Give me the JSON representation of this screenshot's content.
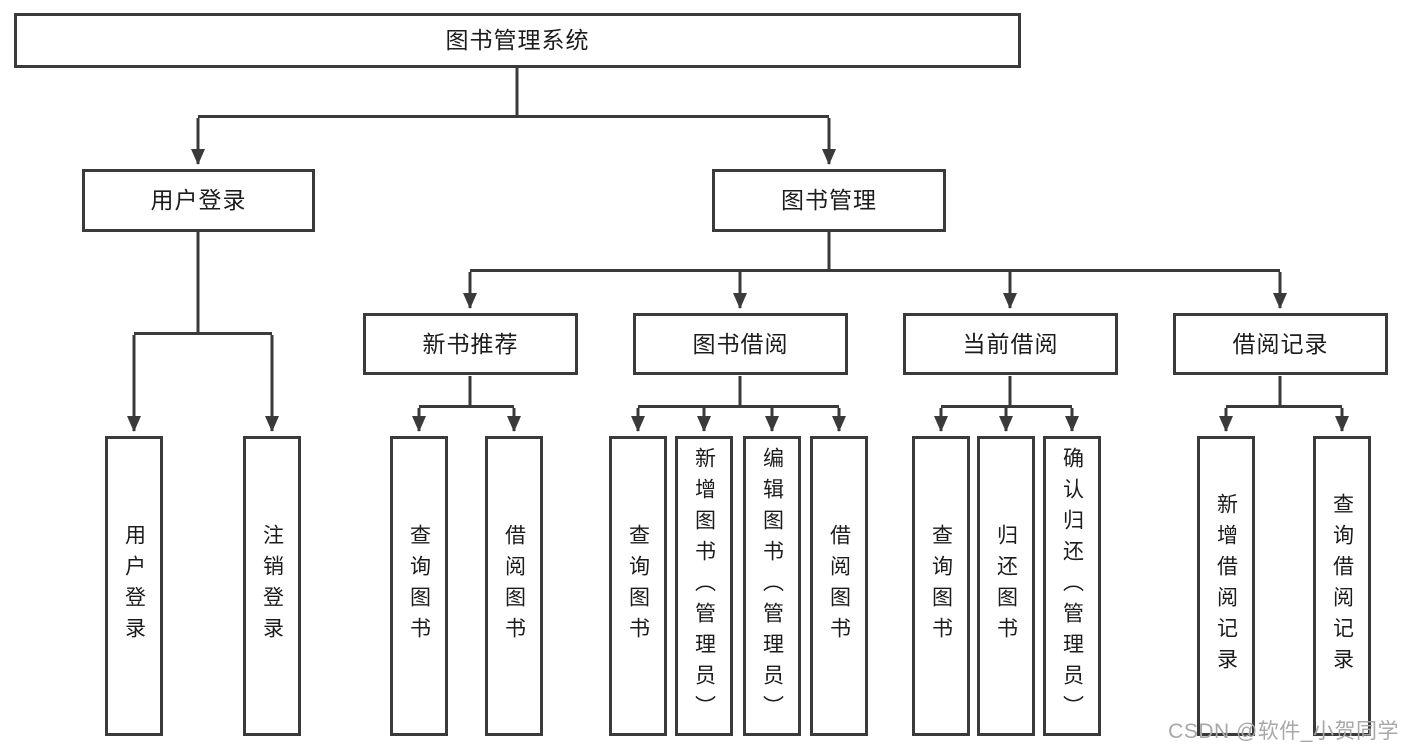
{
  "colors": {
    "line": "#3a3a3a",
    "box_border": "#3a3a3a",
    "text": "#1c1c1c",
    "background": "#ffffff",
    "watermark": "#a8a8a8"
  },
  "root": {
    "label": "图书管理系统"
  },
  "level2": [
    {
      "label": "用户登录"
    },
    {
      "label": "图书管理"
    }
  ],
  "level3": [
    {
      "label": "新书推荐",
      "parent": "图书管理"
    },
    {
      "label": "图书借阅",
      "parent": "图书管理"
    },
    {
      "label": "当前借阅",
      "parent": "图书管理"
    },
    {
      "label": "借阅记录",
      "parent": "图书管理"
    }
  ],
  "level4": [
    {
      "label": "用户登录",
      "parent": "用户登录"
    },
    {
      "label": "注销登录",
      "parent": "用户登录"
    },
    {
      "label": "查询图书",
      "parent": "新书推荐"
    },
    {
      "label": "借阅图书",
      "parent": "新书推荐"
    },
    {
      "label": "查询图书",
      "parent": "图书借阅"
    },
    {
      "label": "新增图书（管理员）",
      "parent": "图书借阅"
    },
    {
      "label": "编辑图书（管理员）",
      "parent": "图书借阅"
    },
    {
      "label": "借阅图书",
      "parent": "图书借阅"
    },
    {
      "label": "查询图书",
      "parent": "当前借阅"
    },
    {
      "label": "归还图书",
      "parent": "当前借阅"
    },
    {
      "label": "确认归还（管理员）",
      "parent": "当前借阅"
    },
    {
      "label": "新增借阅记录",
      "parent": "借阅记录"
    },
    {
      "label": "查询借阅记录",
      "parent": "借阅记录"
    }
  ],
  "watermark": "CSDN @软件_小贺同学"
}
